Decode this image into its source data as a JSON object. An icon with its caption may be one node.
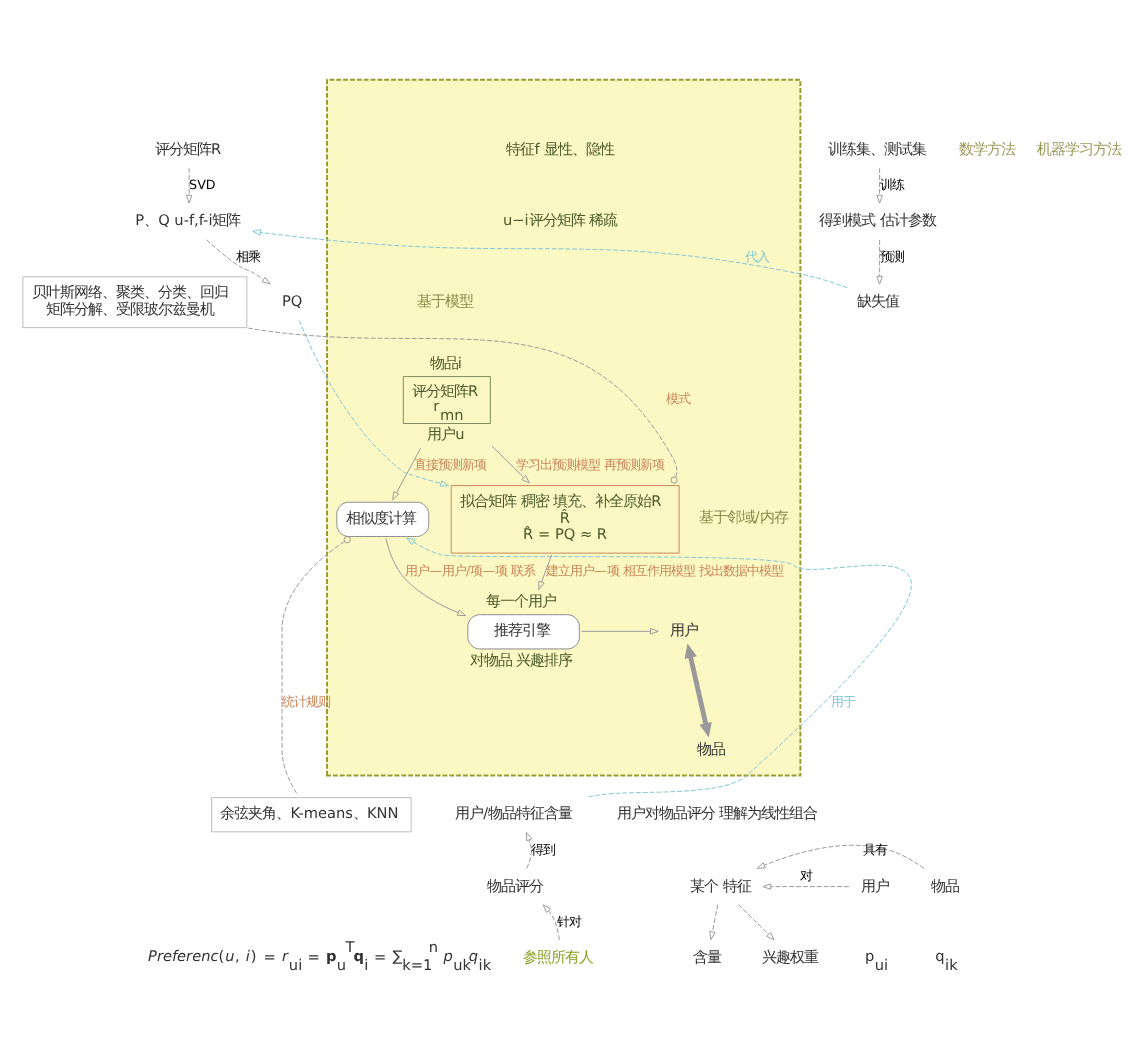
{
  "diagram": {
    "nodes": [
      {
        "text": [
          "评分矩阵R"
        ]
      },
      {
        "text": [
          "训练集、测试集"
        ]
      },
      {
        "text": [
          "P、Q u-f,f-i矩阵"
        ]
      },
      {
        "text": [
          "得到模式 估计参数"
        ]
      },
      {
        "text": [
          "PQ"
        ]
      },
      {
        "text": [
          "缺失值"
        ]
      },
      {
        "text": [],
        "shape": "band"
      },
      {
        "text": [
          "评分矩阵R",
          "r$_{mn}$"
        ],
        "in": 6,
        "beside": [
          "物品i",
          "用户u"
        ]
      },
      {
        "text": [
          "拟合矩阵 稠密 填充、补全原始R",
          "R̂",
          "R̂ = PQ ≈ R"
        ],
        "in": 6
      },
      {
        "text": [
          "推荐引擎"
        ],
        "in": 6,
        "beside": [
          "每一个用户",
          "对物品 兴趣排序"
        ]
      },
      {
        "text": [
          "相似度计算"
        ],
        "in": 6
      },
      {
        "text": [
          "用户"
        ],
        "in": 6
      },
      {
        "text": [
          "物品"
        ],
        "in": 6
      },
      {
        "text": [
          "贝叶斯网络、聚类、分类、回归",
          "矩阵分解、受限玻尔兹曼机"
        ]
      },
      {
        "text": [
          "余弦夹角、K-means、KNN"
        ]
      },
      {
        "text": [
          "用户/物品特征含量"
        ]
      },
      {
        "text": [
          "物品评分"
        ]
      },
      {
        "text": [
          "参照所有人"
        ]
      },
      {
        "text": [
          "用户对物品评分 理解为线性组合"
        ]
      },
      {
        "text": [
          "某个 特征"
        ]
      },
      {
        "text": [
          "用户"
        ]
      },
      {
        "text": [
          "物品"
        ]
      },
      {
        "text": [
          "兴趣权重"
        ]
      },
      {
        "text": [
          "含量"
        ]
      }
    ],
    "edges": [
      {
        "from": 0,
        "to": 2,
        "arrow": "to",
        "label": "SVD",
        "style": "dashed"
      },
      {
        "from": 1,
        "to": 3,
        "arrow": "to",
        "label": "训练",
        "style": "dashed"
      },
      {
        "from": 2,
        "to": 4,
        "arrow": "to",
        "label": "相乘",
        "style": "dashed"
      },
      {
        "from": 3,
        "to": 5,
        "arrow": "to",
        "label": "预测",
        "style": "dashed"
      },
      {
        "from": 5,
        "to": 2,
        "arrow": "to",
        "label": "代入",
        "style": "dashed",
        "color": "#7fc6d6"
      },
      {
        "from": 4,
        "to": 8,
        "arrow": "to",
        "style": "dashed",
        "color": "#7fc6d6"
      },
      {
        "from": 8,
        "to": 13,
        "arrow": "other",
        "label": "模式",
        "style": "dashed"
      },
      {
        "from": 7,
        "to": 8,
        "arrow": "to",
        "label": "学习出预测模型 再预测新项"
      },
      {
        "from": 7,
        "to": 10,
        "arrow": "to",
        "label": "直接预测新项"
      },
      {
        "from": 8,
        "to": 9,
        "arrow": "to",
        "label": "建立用户—项 相互作用模型 找出数据中模型"
      },
      {
        "from": 10,
        "to": 9,
        "arrow": "to",
        "label": "用户—用户/项—项 联系"
      },
      {
        "from": 9,
        "to": 11,
        "arrow": "to"
      },
      {
        "from": 11,
        "to": 12,
        "arrow": "both",
        "style": "thick"
      },
      {
        "from": 10,
        "to": 14,
        "arrow": "other",
        "label": "统计规则",
        "style": "dashed"
      },
      {
        "from": 15,
        "to": 10,
        "arrow": "to",
        "label": "用于",
        "style": "dashed",
        "color": "#7fc6d6"
      },
      {
        "from": 16,
        "to": 15,
        "arrow": "to",
        "label": "得到",
        "style": "dashed"
      },
      {
        "from": 17,
        "to": 16,
        "arrow": "to",
        "label": "针对",
        "style": "dashed"
      },
      {
        "from": 20,
        "to": 19,
        "arrow": "to",
        "label": "对",
        "style": "dashed"
      },
      {
        "from": 21,
        "to": 19,
        "arrow": "to",
        "label": "具有",
        "style": "dashed"
      },
      {
        "from": 19,
        "to": 22,
        "arrow": "to",
        "style": "dashed"
      },
      {
        "from": 19,
        "to": 23,
        "arrow": "to",
        "style": "dashed"
      }
    ],
    "labels": [
      "数学方法",
      "机器学习方法",
      "基于模型",
      "特征f 显性、隐性",
      "u−i评分矩阵 稀疏",
      "基于邻域/内存",
      "*Preferenc*(*u*, *i*) = *r*$_{ui}$ = **p**$_{u}$$^{T}$**q**$_{i}$ = ∑$_{k=1}$$^{n}$ *p*$_{uk}$*q*$_{ik}$",
      "p$_{ui}$",
      "q$_{ik}$"
    ]
  }
}
